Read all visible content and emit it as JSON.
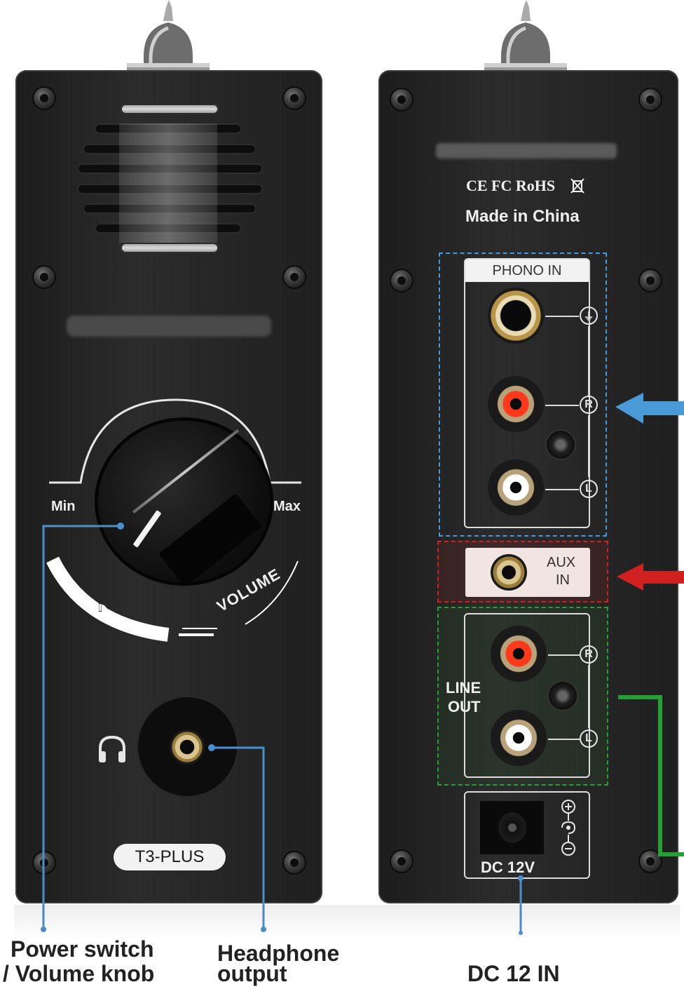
{
  "front": {
    "min_label": "Min",
    "max_label": "Max",
    "volume_label": "VOLUME",
    "model_badge": "T3-PLUS"
  },
  "back": {
    "cert_marks": "CE FC RoHS",
    "made_in": "Made in China",
    "phono_in_label": "PHONO IN",
    "ground_symbol": "⏚",
    "right_label": "R",
    "left_label": "L",
    "aux_in_label_line1": "AUX",
    "aux_in_label_line2": "IN",
    "line_out_label_line1": "LINE",
    "line_out_label_line2": "OUT",
    "dc_label": "DC 12V"
  },
  "callouts": {
    "power_volume_line1": "Power switch",
    "power_volume_line2": "/ Volume knob",
    "headphone_line1": "Headphone",
    "headphone_line2": "output",
    "dc_in": "DC 12 IN"
  },
  "colors": {
    "phono_box": "#4a9ad8",
    "aux_box": "#d02020",
    "line_out_box": "#25a035",
    "callout_line": "#4a8fd0"
  }
}
